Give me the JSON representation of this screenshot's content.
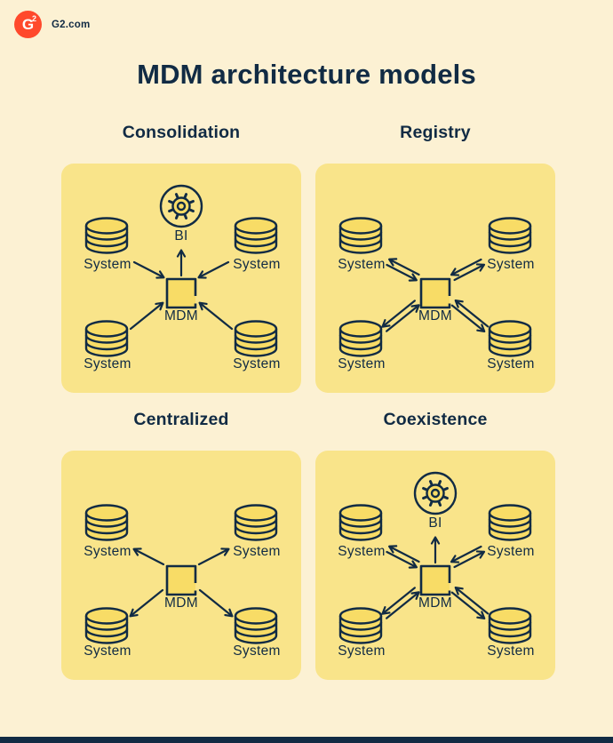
{
  "brand": {
    "logo_glyph": "G",
    "logo_superscript": "2",
    "site": "G2.com"
  },
  "title": "MDM architecture models",
  "labels": {
    "system": "System",
    "mdm": "MDM",
    "bi": "BI"
  },
  "colors": {
    "background": "#FCF1D3",
    "panel": "#F9E48A",
    "icon_fill": "#F8DC66",
    "ink": "#112B44",
    "logo_red": "#FF492C",
    "logo_text": "#FFFFFF"
  },
  "models": [
    {
      "name": "Consolidation",
      "bi": true,
      "arrows": "into-mdm"
    },
    {
      "name": "Registry",
      "bi": false,
      "arrows": "two-way"
    },
    {
      "name": "Centralized",
      "bi": false,
      "arrows": "out-of-mdm"
    },
    {
      "name": "Coexistence",
      "bi": true,
      "arrows": "two-way"
    }
  ]
}
